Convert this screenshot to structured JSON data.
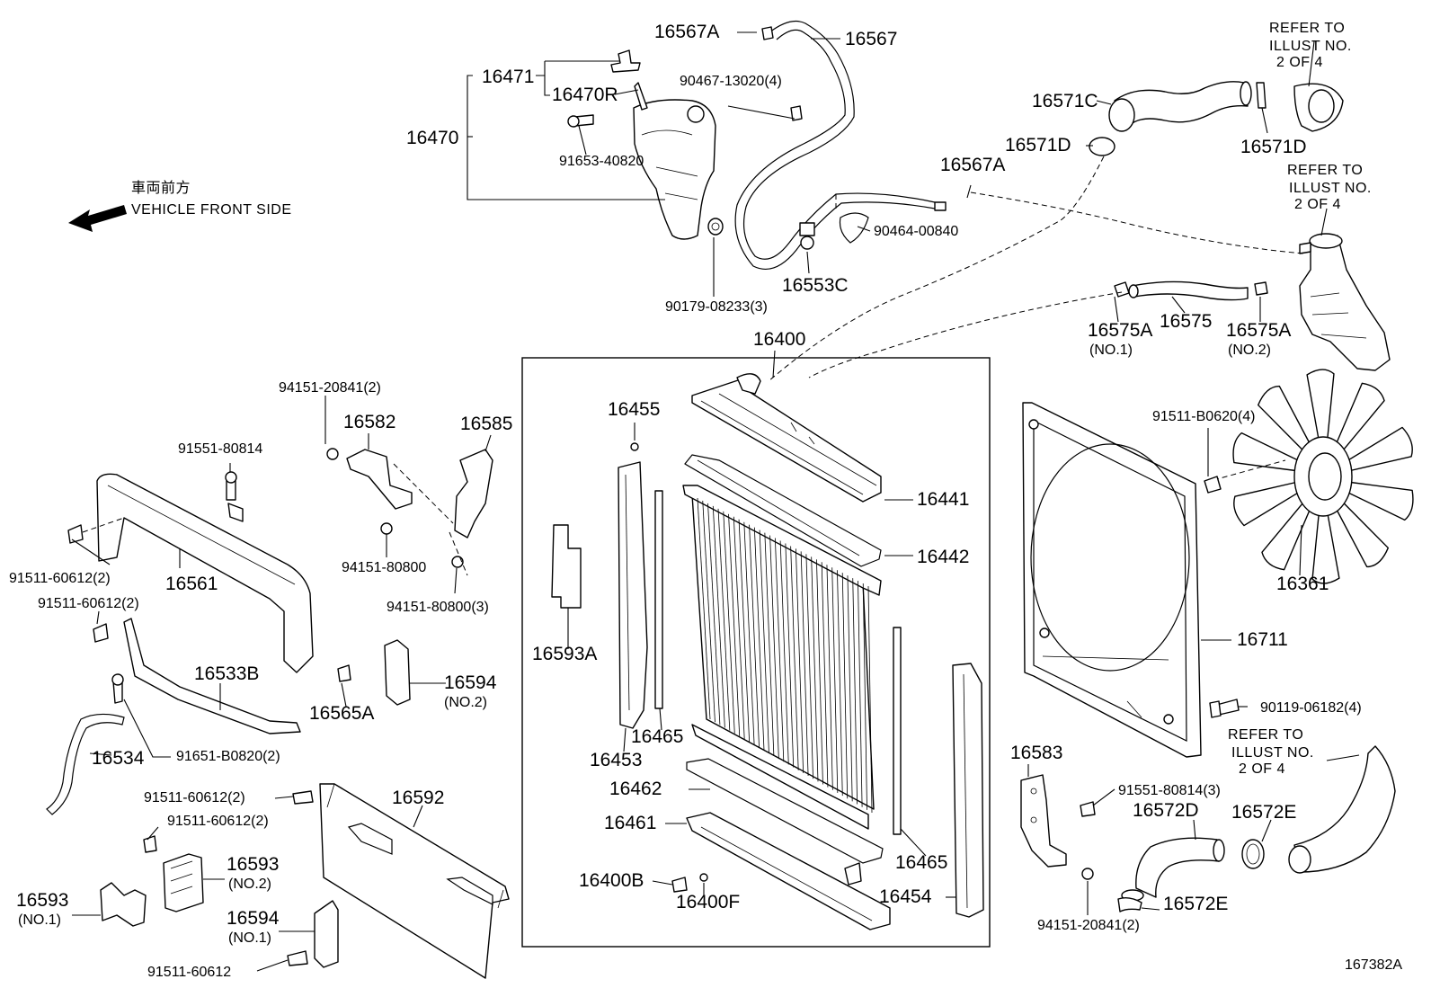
{
  "diagram": {
    "figure_code": "167382A",
    "direction_jp": "車両前方",
    "direction_en": "VEHICLE FRONT SIDE",
    "refer_notes": [
      {
        "line1": "REFER TO",
        "line2": "ILLUST NO.",
        "line3": "2 OF 4"
      },
      {
        "line1": "REFER TO",
        "line2": "ILLUST NO.",
        "line3": "2 OF 4"
      },
      {
        "line1": "REFER TO",
        "line2": "ILLUST NO.",
        "line3": "2 OF 4"
      }
    ],
    "parts": {
      "p16567A_top": "16567A",
      "p16567": "16567",
      "p16471": "16471",
      "p16470R": "16470R",
      "p16470": "16470",
      "p90467": "90467-13020(4)",
      "p91653": "91653-40820",
      "p16571C": "16571C",
      "p16571D_r": "16571D",
      "p16571D_l": "16571D",
      "p16567A_mid": "16567A",
      "p90464": "90464-00840",
      "p16553C": "16553C",
      "p90179": "90179-08233(3)",
      "p16575A_1": "16575A",
      "p16575A_1_sub": "(NO.1)",
      "p16575": "16575",
      "p16575A_2": "16575A",
      "p16575A_2_sub": "(NO.2)",
      "p16400": "16400",
      "p94151_20841_top": "94151-20841(2)",
      "p16582": "16582",
      "p16585": "16585",
      "p91551_80814": "91551-80814",
      "p91511_60612_a": "91511-60612(2)",
      "p16561": "16561",
      "p94151_80800": "94151-80800",
      "p94151_80800_3": "94151-80800(3)",
      "p91511_60612_b": "91511-60612(2)",
      "p16533B": "16533B",
      "p16565A": "16565A",
      "p16594_2": "16594",
      "p16594_2_sub": "(NO.2)",
      "p16534": "16534",
      "p91651": "91651-B0820(2)",
      "p91511_60612_c": "91511-60612(2)",
      "p91511_60612_d": "91511-60612(2)",
      "p16592": "16592",
      "p16593_2": "16593",
      "p16593_2_sub": "(NO.2)",
      "p16593_1": "16593",
      "p16593_1_sub": "(NO.1)",
      "p16594_1": "16594",
      "p16594_1_sub": "(NO.1)",
      "p91511_60612_e": "91511-60612",
      "p16455": "16455",
      "p16593A": "16593A",
      "p16453": "16453",
      "p16465_l": "16465",
      "p16441": "16441",
      "p16442": "16442",
      "p16462": "16462",
      "p16461": "16461",
      "p16400B": "16400B",
      "p16400F": "16400F",
      "p16465_r": "16465",
      "p16454": "16454",
      "p91511_B0620": "91511-B0620(4)",
      "p16361": "16361",
      "p16711": "16711",
      "p90119": "90119-06182(4)",
      "p16583": "16583",
      "p91551_80814_3": "91551-80814(3)",
      "p16572D": "16572D",
      "p16572E_top": "16572E",
      "p16572E_bot": "16572E",
      "p94151_20841_bot": "94151-20841(2)"
    }
  }
}
